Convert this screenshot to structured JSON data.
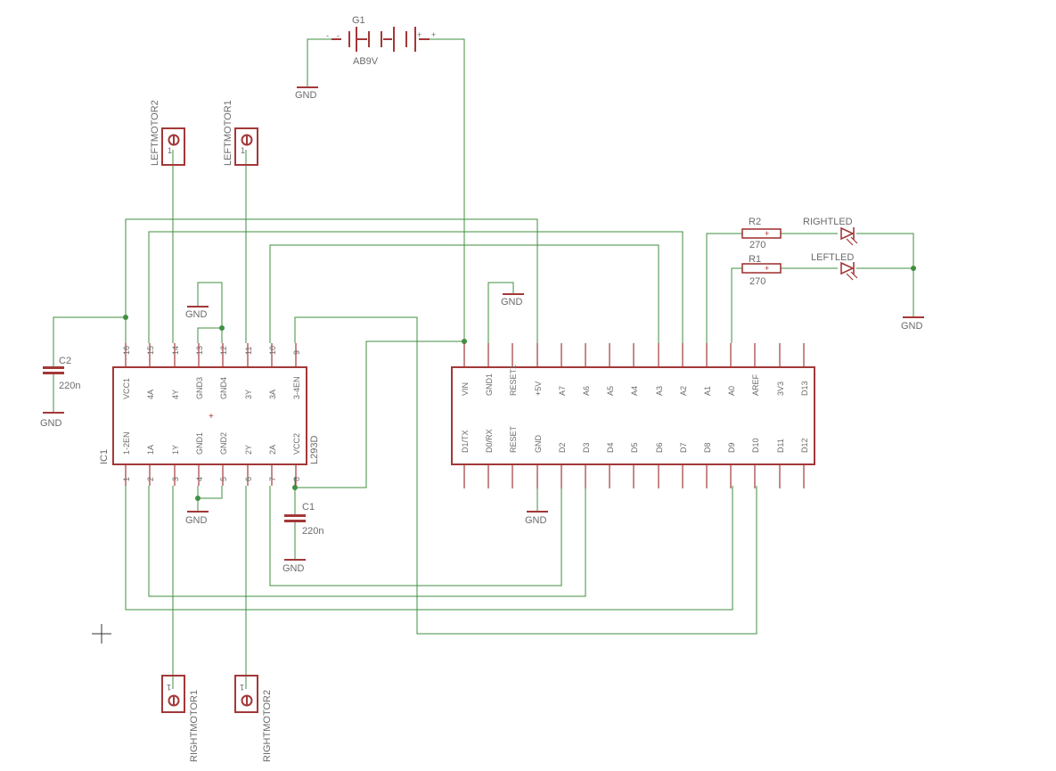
{
  "battery": {
    "name": "G1",
    "value": "AB9V",
    "minus": "-",
    "plus": "+"
  },
  "gnd": "GND",
  "motors": {
    "left2": "LEFTMOTOR2",
    "left1": "LEFTMOTOR1",
    "right1": "RIGHTMOTOR1",
    "right2": "RIGHTMOTOR2",
    "pin": "1"
  },
  "ic1": {
    "name": "IC1",
    "value": "L293D",
    "top_pins": [
      {
        "num": "16",
        "label": "VCC1"
      },
      {
        "num": "15",
        "label": "4A"
      },
      {
        "num": "14",
        "label": "4Y"
      },
      {
        "num": "13",
        "label": "GND3"
      },
      {
        "num": "12",
        "label": "GND4"
      },
      {
        "num": "11",
        "label": "3Y"
      },
      {
        "num": "10",
        "label": "3A"
      },
      {
        "num": "9",
        "label": "3-4EN"
      }
    ],
    "bottom_pins": [
      {
        "num": "1",
        "label": "1-2EN"
      },
      {
        "num": "2",
        "label": "1A"
      },
      {
        "num": "3",
        "label": "1Y"
      },
      {
        "num": "4",
        "label": "GND1"
      },
      {
        "num": "5",
        "label": "GND2"
      },
      {
        "num": "6",
        "label": "2Y"
      },
      {
        "num": "7",
        "label": "2A"
      },
      {
        "num": "8",
        "label": "VCC2"
      }
    ]
  },
  "arduino": {
    "top_pins": [
      "VIN",
      "GND1",
      "RESET1",
      "+5V",
      "A7",
      "A6",
      "A5",
      "A4",
      "A3",
      "A2",
      "A1",
      "A0",
      "AREF",
      "3V3",
      "D13"
    ],
    "bottom_pins": [
      "D1/TX",
      "D0/RX",
      "RESET",
      "GND",
      "D2",
      "D3",
      "D4",
      "D5",
      "D6",
      "D7",
      "D8",
      "D9",
      "D10",
      "D11",
      "D12"
    ]
  },
  "c1": {
    "name": "C1",
    "value": "220n"
  },
  "c2": {
    "name": "C2",
    "value": "220n"
  },
  "r1": {
    "name": "R1",
    "value": "270"
  },
  "r2": {
    "name": "R2",
    "value": "270"
  },
  "led_right": "RIGHTLED",
  "led_left": "LEFTLED"
}
